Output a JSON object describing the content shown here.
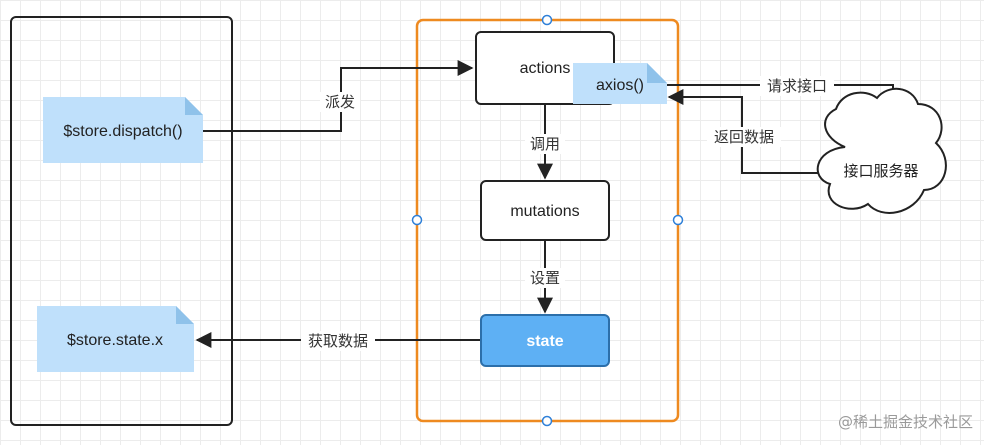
{
  "nodes": {
    "store_dispatch": "$store.dispatch()",
    "store_state_x": "$store.state.x",
    "actions": "actions",
    "axios": "axios()",
    "mutations": "mutations",
    "state": "state",
    "api_server": "接口服务器"
  },
  "edges": {
    "dispatch": "派发",
    "call": "调用",
    "set": "设置",
    "get_data": "获取数据",
    "request_api": "请求接口",
    "return_data": "返回数据"
  },
  "colors": {
    "component_border": "#222222",
    "vuex_border": "#ee8a20",
    "note_fill": "#bfe0fb",
    "note_fold": "#8fc2ea",
    "state_fill": "#5eb0f4",
    "state_border": "#2c6faa",
    "handle_border": "#2f80d8",
    "arrow": "#222222"
  },
  "watermark": "@稀土掘金技术社区"
}
